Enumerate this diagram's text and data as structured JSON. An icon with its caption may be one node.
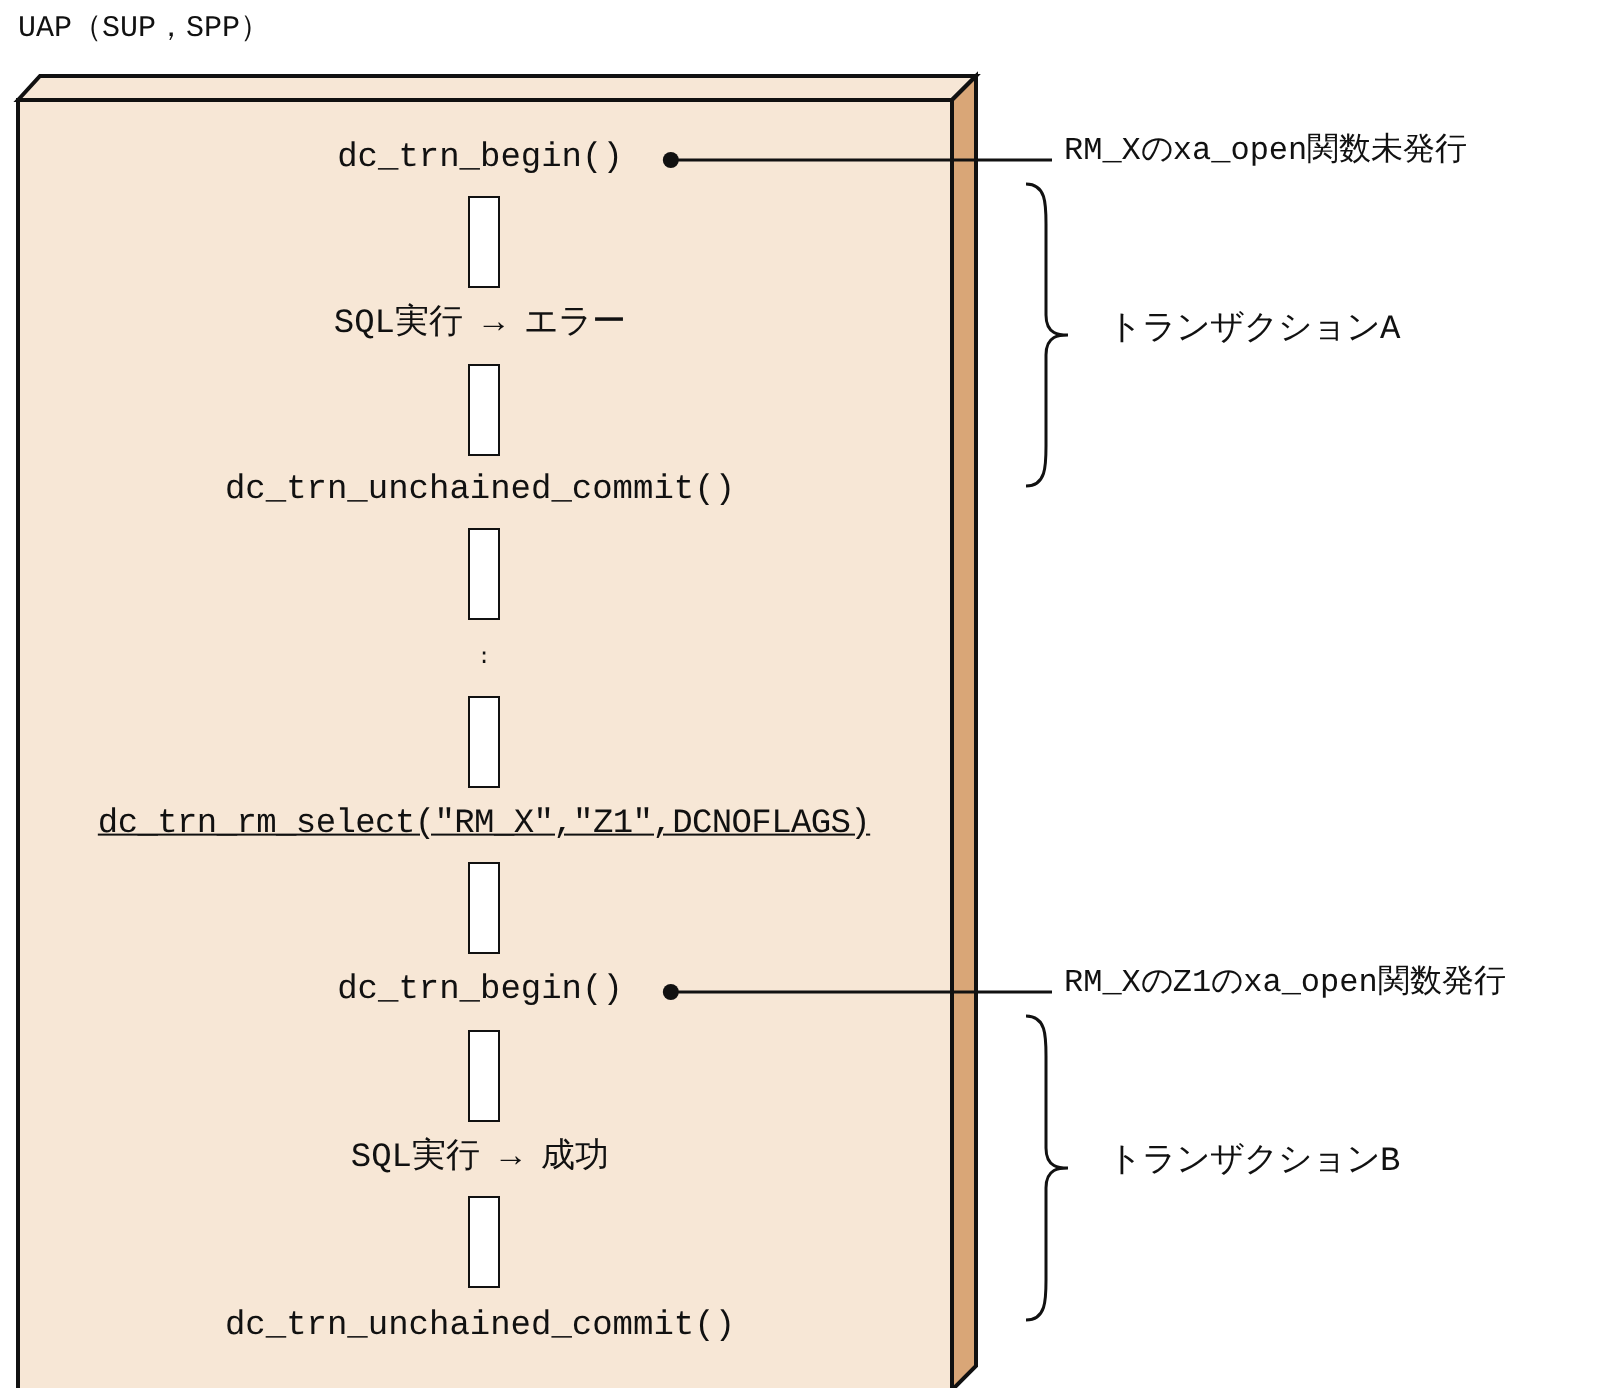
{
  "diagram": {
    "nodes": [
      {
        "text": [
          "UAP（SUP，SPP）"
        ]
      },
      {
        "text": [
          "dc_trn_begin()"
        ],
        "in": 0
      },
      {
        "text": [
          "RM_Xのxa_open関数未発行"
        ]
      },
      {
        "text": [],
        "shape": "bar",
        "in": 0
      },
      {
        "text": [],
        "shape": "bar",
        "in": 0
      },
      {
        "text": [],
        "shape": "bar",
        "in": 0
      },
      {
        "text": [],
        "shape": "bar",
        "in": 0
      },
      {
        "text": [],
        "shape": "bar",
        "in": 0
      },
      {
        "text": [
          "dc_trn_begin()"
        ],
        "in": 0
      },
      {
        "text": [
          "RM_XのZ1のxa_open関数発行"
        ]
      },
      {
        "text": [],
        "shape": "bar",
        "in": 0
      },
      {
        "text": [],
        "shape": "bar",
        "in": 0
      }
    ],
    "edges": [
      {
        "from": 1,
        "to": 2,
        "arrow": "other"
      },
      {
        "from": 8,
        "to": 9,
        "arrow": "other"
      }
    ],
    "labels": [
      "SQL実行 → エラー",
      "トランザクションA",
      "dc_trn_unchained_commit()",
      ":",
      "dc_trn_rm_select(\"RM_X\",\"Z1\",DCNOFLAGS)",
      "SQL実行 → 成功",
      "トランザクションB",
      "dc_trn_unchained_commit()"
    ]
  }
}
